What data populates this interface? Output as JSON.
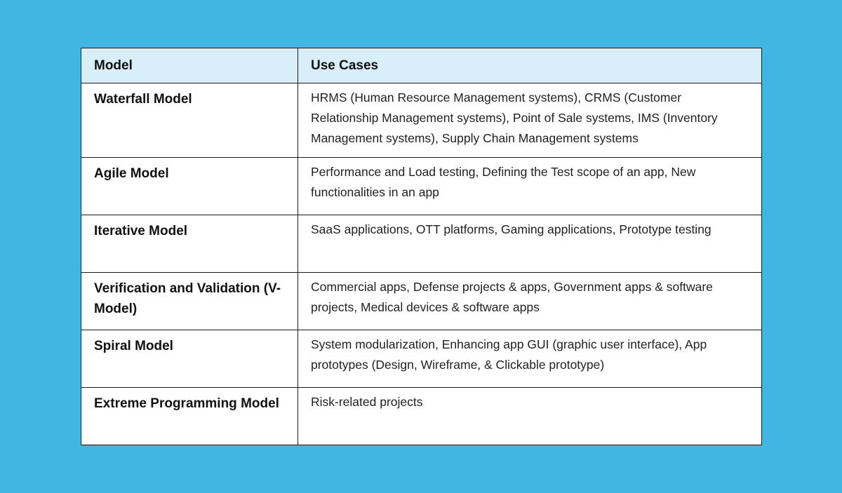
{
  "table": {
    "headers": {
      "model": "Model",
      "use_cases": "Use Cases"
    },
    "rows": [
      {
        "model": "Waterfall Model",
        "use_cases": "HRMS (Human Resource Management systems), CRMS (Customer Relationship Management systems), Point of Sale systems, IMS (Inventory Management systems), Supply Chain Management systems"
      },
      {
        "model": "Agile Model",
        "use_cases": "Performance and Load testing, Defining the Test scope of an app, New functionalities in an app"
      },
      {
        "model": "Iterative Model",
        "use_cases": "SaaS applications, OTT platforms, Gaming applications, Prototype testing"
      },
      {
        "model": "Verification and Validation (V-Model)",
        "use_cases": "Commercial apps, Defense projects & apps, Government apps & software projects, Medical devices & software apps"
      },
      {
        "model": "Spiral Model",
        "use_cases": "System modularization, Enhancing app GUI (graphic user interface), App prototypes (Design, Wireframe, & Clickable prototype)"
      },
      {
        "model": "Extreme Programming Model",
        "use_cases": "Risk-related projects"
      }
    ]
  }
}
